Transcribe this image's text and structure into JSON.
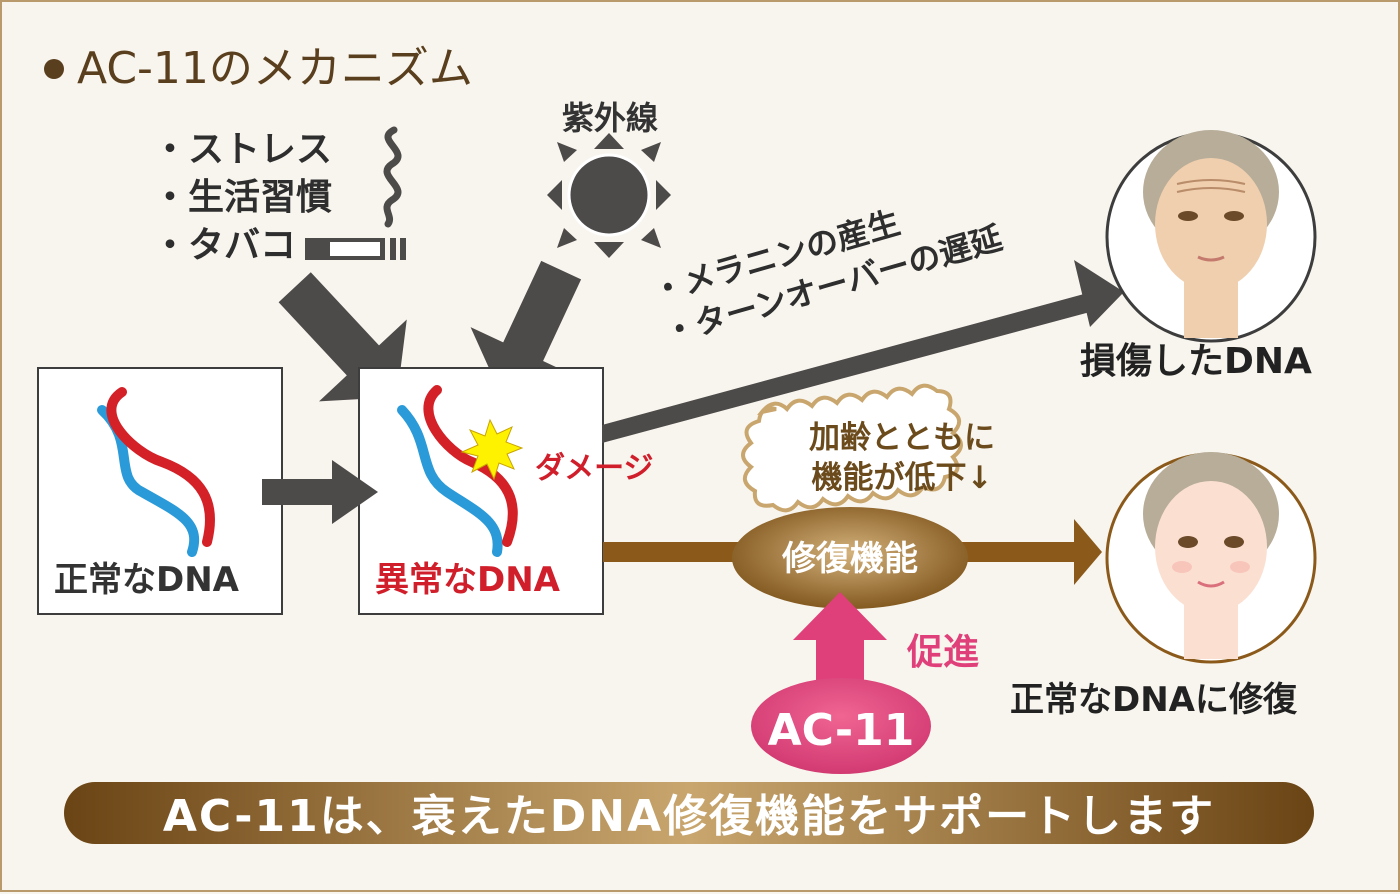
{
  "title": "AC-11のメカニズム",
  "causes": [
    "・ストレス",
    "・生活習慣",
    "・タバコ"
  ],
  "uv_label": "紫外線",
  "effects": [
    "・メラニンの産生",
    "・ターンオーバーの遅延"
  ],
  "damaged_dna_label": "損傷したDNA",
  "normal_dna_label": "正常なDNA",
  "abnormal_dna_label": "異常なDNA",
  "damage_label": "ダメージ",
  "aging_note": [
    "加齢とともに",
    "機能が低下↓"
  ],
  "repair_label": "修復機能",
  "promote_label": "促進",
  "ac11_label": "AC-11",
  "restored_label": "正常なDNAに修復",
  "banner_text": "AC-11は、衰えたDNA修復機能をサポートします",
  "colors": {
    "brown": "#8b5a1b",
    "gray_arrow": "#4d4a4a",
    "red": "#d01f2b",
    "pink": "#e0407a",
    "dna_red": "#d42027",
    "dna_blue": "#2b9ad8",
    "background": "#f8f5ee"
  }
}
